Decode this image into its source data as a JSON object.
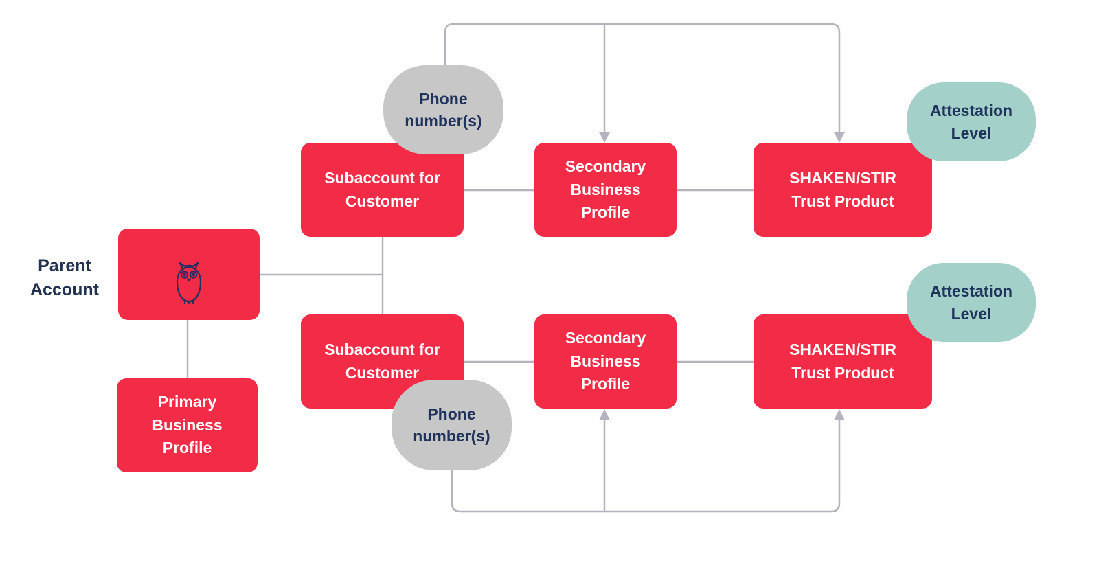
{
  "diagram": {
    "title": "Parent account / subaccount SHAKEN-STIR trust product diagram",
    "labels": {
      "parent_account": "Parent\nAccount"
    },
    "nodes": {
      "parent_box_icon": "owl-icon",
      "primary_business_profile": "Primary\nBusiness\nProfile",
      "subaccount_top": "Subaccount for\nCustomer",
      "subaccount_bottom": "Subaccount for\nCustomer",
      "phone_numbers_top": "Phone\nnumber(s)",
      "phone_numbers_bottom": "Phone\nnumber(s)",
      "secondary_business_profile_top": "Secondary\nBusiness\nProfile",
      "secondary_business_profile_bottom": "Secondary\nBusiness\nProfile",
      "shaken_stir_trust_product_top": "SHAKEN/STIR\nTrust Product",
      "shaken_stir_trust_product_bottom": "SHAKEN/STIR\nTrust Product",
      "attestation_level_top": "Attestation\nLevel",
      "attestation_level_bottom": "Attestation\nLevel"
    },
    "colors": {
      "box_red": "#F22C46",
      "blob_gray": "#C7C7C7",
      "blob_teal": "#A3D1C9",
      "connector_gray": "#B4B4BE",
      "text_navy": "#20335C",
      "text_white": "#FFFFFF"
    }
  }
}
